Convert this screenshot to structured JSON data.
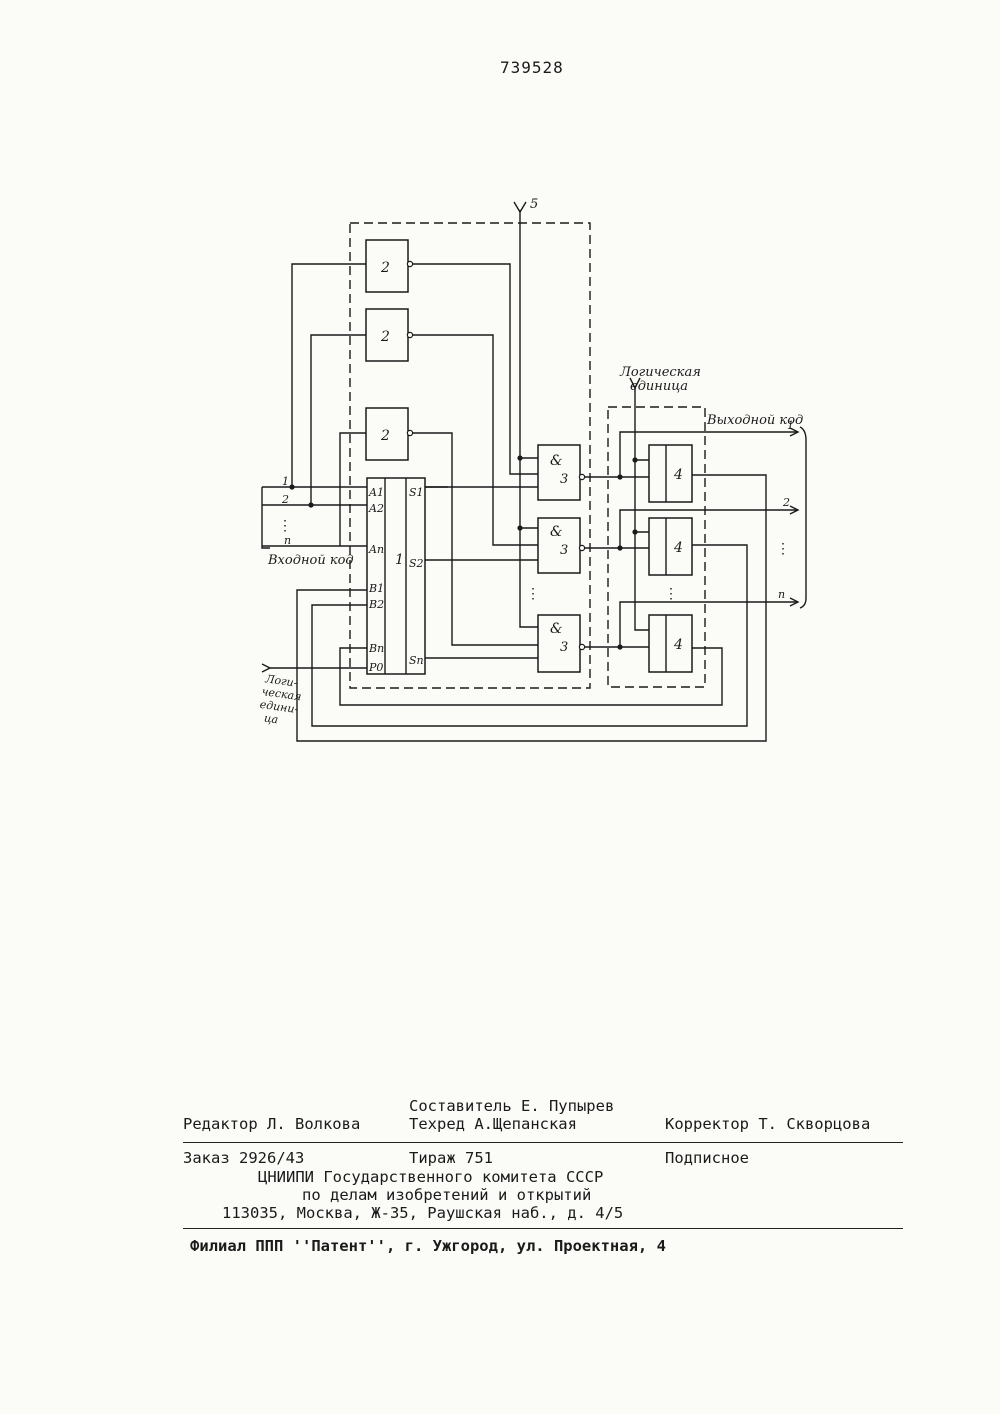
{
  "page_number": "739528",
  "diagram": {
    "block_adder": "1",
    "block_inverter": "2",
    "block_and": "&",
    "block_and_num": "3",
    "block_trigger": "4",
    "input_5": "5",
    "adder_inputs": [
      "A1",
      "A2",
      "An",
      "B1",
      "B2",
      "Bn",
      "P0"
    ],
    "adder_outputs": [
      "S1",
      "S2",
      "Sn"
    ],
    "input_lines": [
      "1",
      "2",
      "n"
    ],
    "output_lines": [
      "1",
      "2",
      "n"
    ],
    "input_code_label": "Входной код",
    "output_code_label": "Выходной код",
    "logic_one_top": [
      "Логическая",
      "единица"
    ],
    "logic_one_left": [
      "Логи-",
      "ческая",
      "едини-",
      "ца"
    ],
    "dots": "⋮"
  },
  "colophon": {
    "editor": "Редактор Л. Волкова",
    "compiler": "Составитель Е. Пупырев",
    "tech_editor": "Техред А.Щепанская",
    "corrector": "Корректор  Т. Скворцова",
    "order": "Заказ 2926/43",
    "circulation": "Тираж 751",
    "subscription": "Подписное",
    "org_line1": "ЦНИИПИ Государственного комитета СССР",
    "org_line2": "по делам изобретений и открытий",
    "address": "113035, Москва, Ж-35, Раушская наб., д. 4/5",
    "branch": "Филиал ППП ''Патент'', г. Ужгород, ул. Проектная, 4"
  }
}
